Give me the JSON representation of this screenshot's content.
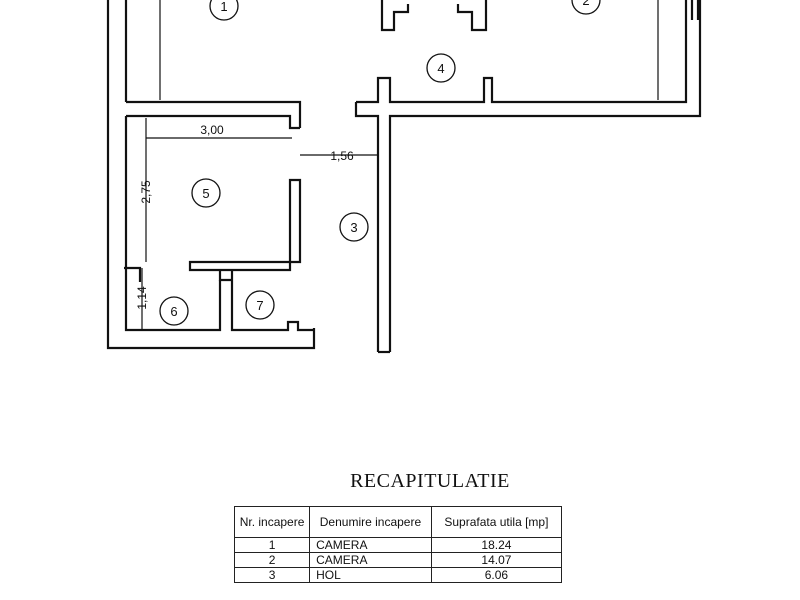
{
  "plan": {
    "rooms": [
      {
        "id": "1",
        "label": "1"
      },
      {
        "id": "2",
        "label": "2"
      },
      {
        "id": "3",
        "label": "3"
      },
      {
        "id": "4",
        "label": "4"
      },
      {
        "id": "5",
        "label": "5"
      },
      {
        "id": "6",
        "label": "6"
      },
      {
        "id": "7",
        "label": "7"
      }
    ],
    "dimensions": {
      "width_room5": "3,00",
      "width_hall": "1,56",
      "depth_room5": "2,75",
      "depth_room6": "1,14"
    }
  },
  "summary": {
    "title": "RECAPITULATIE",
    "headers": {
      "nr": "Nr. incapere",
      "name": "Denumire incapere",
      "area": "Suprafata utila [mp]"
    },
    "rows": [
      {
        "nr": "1",
        "name": "CAMERA",
        "area": "18.24"
      },
      {
        "nr": "2",
        "name": "CAMERA",
        "area": "14.07"
      },
      {
        "nr": "3",
        "name": "HOL",
        "area": "6.06"
      }
    ]
  }
}
